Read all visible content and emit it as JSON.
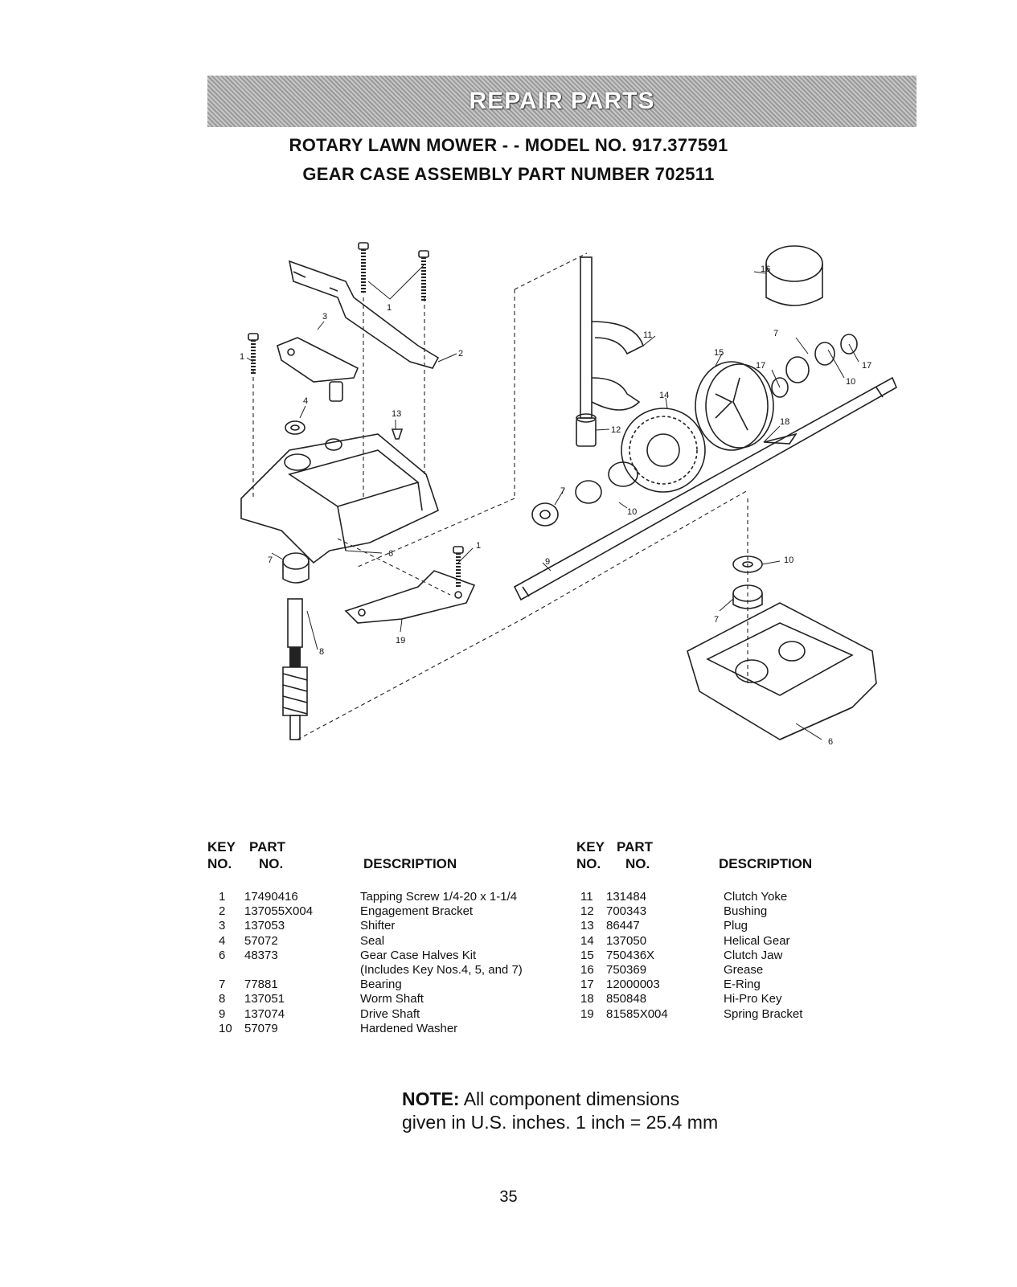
{
  "banner": "REPAIR PARTS",
  "title_line1": "ROTARY LAWN MOWER - - MODEL NO. 917.377591",
  "title_line2": "GEAR CASE ASSEMBLY PART NUMBER 702511",
  "table_headers": {
    "key": "KEY",
    "no": "NO.",
    "part": "PART",
    "description": "DESCRIPTION"
  },
  "parts_left": [
    {
      "key": "1",
      "part": "17490416",
      "desc": "Tapping Screw 1/4-20 x 1-1/4"
    },
    {
      "key": "2",
      "part": "137055X004",
      "desc": "Engagement Bracket"
    },
    {
      "key": "3",
      "part": "137053",
      "desc": "Shifter"
    },
    {
      "key": "4",
      "part": "57072",
      "desc": "Seal"
    },
    {
      "key": "6",
      "part": "48373",
      "desc": "Gear Case Halves Kit"
    },
    {
      "key": "",
      "part": "",
      "desc": "(Includes Key Nos.4, 5, and 7)"
    },
    {
      "key": "7",
      "part": "77881",
      "desc": "Bearing"
    },
    {
      "key": "8",
      "part": "137051",
      "desc": "Worm Shaft"
    },
    {
      "key": "9",
      "part": "137074",
      "desc": "Drive Shaft"
    },
    {
      "key": "10",
      "part": "57079",
      "desc": "Hardened Washer"
    }
  ],
  "parts_right": [
    {
      "key": "11",
      "part": "131484",
      "desc": "Clutch Yoke"
    },
    {
      "key": "12",
      "part": "700343",
      "desc": "Bushing"
    },
    {
      "key": "13",
      "part": "86447",
      "desc": "Plug"
    },
    {
      "key": "14",
      "part": "137050",
      "desc": "Helical Gear"
    },
    {
      "key": "15",
      "part": "750436X",
      "desc": "Clutch Jaw"
    },
    {
      "key": "16",
      "part": "750369",
      "desc": "Grease"
    },
    {
      "key": "17",
      "part": "12000003",
      "desc": "E-Ring"
    },
    {
      "key": "18",
      "part": "850848",
      "desc": "Hi-Pro Key"
    },
    {
      "key": "19",
      "part": "81585X004",
      "desc": "Spring Bracket"
    }
  ],
  "callouts": {
    "c1": "1",
    "c2": "2",
    "c3": "3",
    "c4": "4",
    "c6": "6",
    "c7": "7",
    "c8": "8",
    "c9": "9",
    "c10": "10",
    "c11": "11",
    "c12": "12",
    "c13": "13",
    "c14": "14",
    "c15": "15",
    "c16": "16",
    "c17": "17",
    "c18": "18",
    "c19": "19"
  },
  "note": {
    "label": "NOTE:",
    "line1": "All component dimensions",
    "line2": "given in U.S. inches. 1 inch = 25.4 mm"
  },
  "page_number": "35"
}
